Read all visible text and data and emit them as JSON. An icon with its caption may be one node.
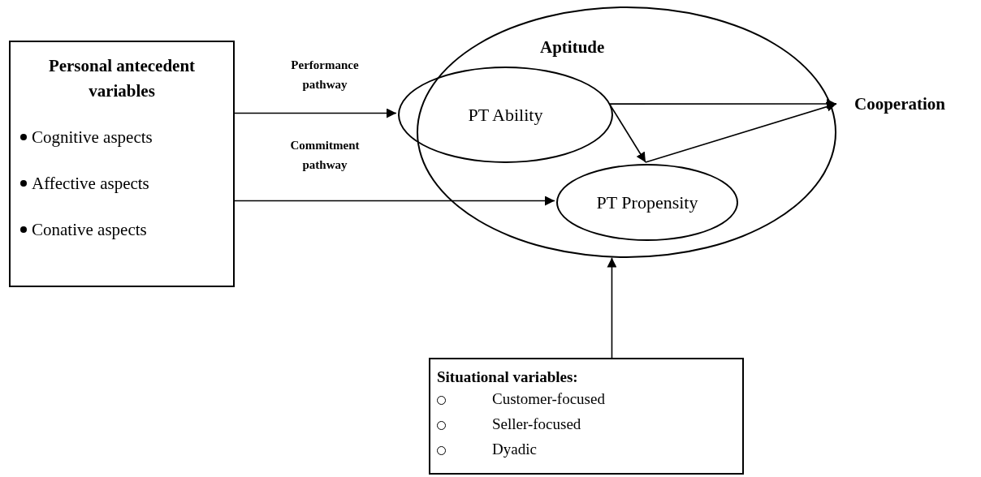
{
  "diagram": {
    "nodes": [
      {
        "text": [
          "Personal antecedent variables",
          "Cognitive aspects",
          "Affective aspects",
          "Conative aspects"
        ]
      },
      {
        "text": [
          "Aptitude"
        ]
      },
      {
        "text": [
          "PT Ability"
        ],
        "in": 1
      },
      {
        "text": [
          "PT Propensity"
        ],
        "in": 1
      },
      {
        "text": [
          "Cooperation"
        ]
      },
      {
        "text": [
          "Situational variables:",
          "Customer-focused",
          "Seller-focused",
          "Dyadic"
        ]
      }
    ],
    "edges": [
      {
        "from": 0,
        "to": 2,
        "arrow": "to",
        "label": "Performance pathway"
      },
      {
        "from": 0,
        "to": 3,
        "arrow": "to",
        "label": "Commitment pathway"
      },
      {
        "from": 2,
        "to": 4,
        "arrow": "to"
      },
      {
        "from": 2,
        "to": 3,
        "arrow": "to"
      },
      {
        "from": 3,
        "to": 4,
        "arrow": "to"
      },
      {
        "from": 5,
        "to": 1,
        "arrow": "to"
      }
    ]
  }
}
